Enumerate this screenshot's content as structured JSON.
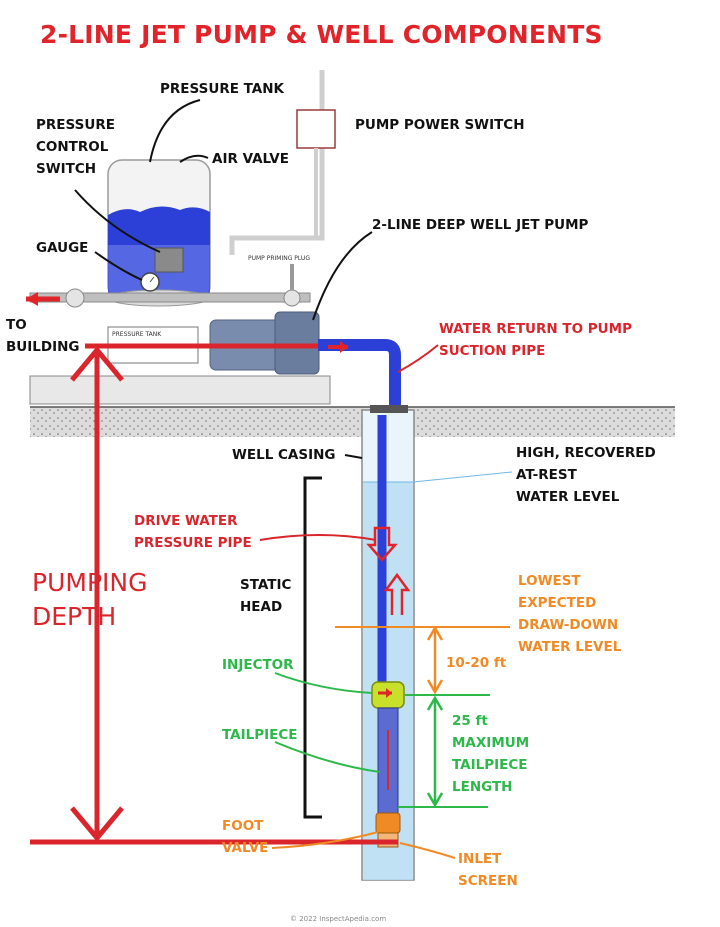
{
  "title": "2-LINE JET PUMP & WELL COMPONENTS",
  "labels": {
    "pressure_tank": "PRESSURE TANK",
    "pressure_control_switch": [
      "PRESSURE",
      "CONTROL",
      "SWITCH"
    ],
    "air_valve": "AIR VALVE",
    "pump_power_switch": "PUMP POWER SWITCH",
    "gauge": "GAUGE",
    "jet_pump": "2-LINE DEEP WELL JET PUMP",
    "pump_priming_plug": "PUMP PRIMING PLUG",
    "pressure_tank_small": "PRESSURE TANK",
    "to_building": [
      "TO",
      "BUILDING"
    ],
    "water_return": [
      "WATER RETURN TO PUMP",
      "SUCTION PIPE"
    ],
    "well_casing": "WELL CASING",
    "high_water_level": [
      "HIGH, RECOVERED",
      "AT-REST",
      "WATER LEVEL"
    ],
    "drive_water": [
      "DRIVE WATER",
      "PRESSURE PIPE"
    ],
    "pumping_depth": [
      "PUMPING",
      "DEPTH"
    ],
    "static_head": [
      "STATIC",
      "HEAD"
    ],
    "lowest_level": [
      "LOWEST",
      "EXPECTED",
      "DRAW-DOWN",
      "WATER LEVEL"
    ],
    "injector": "INJECTOR",
    "range_10_20": "10-20 ft",
    "tailpiece": "TAILPIECE",
    "max_tailpiece": [
      "25 ft",
      "MAXIMUM",
      "TAILPIECE",
      "LENGTH"
    ],
    "foot_valve": [
      "FOOT",
      "VALVE"
    ],
    "inlet_screen": [
      "INLET",
      "SCREEN"
    ]
  },
  "copyright": "© 2022 InspectApedia.com",
  "colors": {
    "title_red": "#e0242a",
    "label_red": "#d9252b",
    "label_orange": "#f08a24",
    "label_green": "#2db84a",
    "pipe_blue": "#2c3fd6",
    "water_light": "#b9dcf2"
  }
}
